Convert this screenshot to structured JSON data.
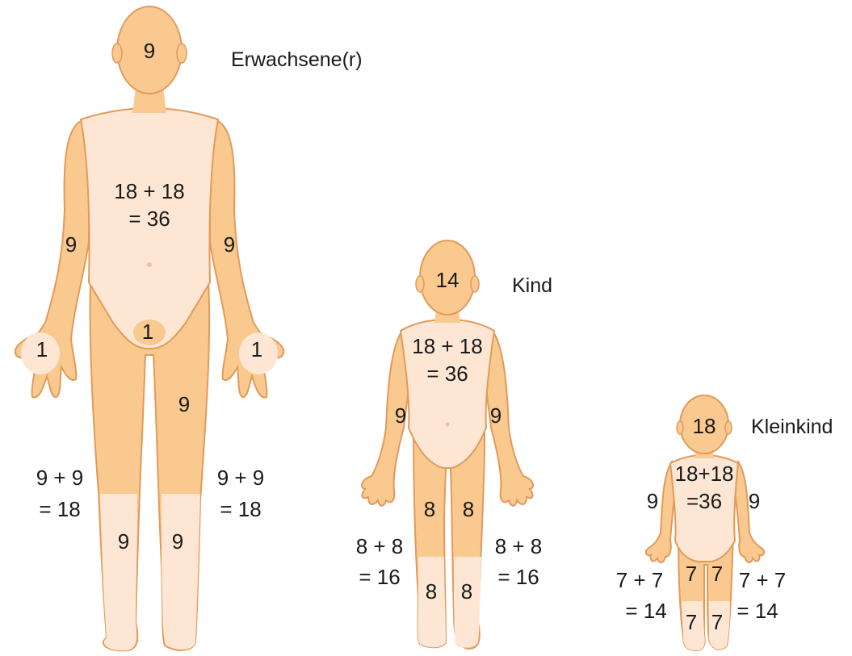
{
  "figures": {
    "adult": {
      "title": "Erwachsene(r)",
      "head": "9",
      "trunk_line1": "18 + 18",
      "trunk_line2": "= 36",
      "arm_left": "9",
      "arm_right": "9",
      "genital": "1",
      "hand_left": "1",
      "hand_right": "1",
      "thigh": "9",
      "leg_left_line1": "9 + 9",
      "leg_left_line2": "= 18",
      "leg_right_line1": "9 + 9",
      "leg_right_line2": "= 18",
      "shin_left": "9",
      "shin_right": "9"
    },
    "child": {
      "title": "Kind",
      "head": "14",
      "trunk_line1": "18 + 18",
      "trunk_line2": "= 36",
      "arm_left": "9",
      "arm_right": "9",
      "thigh_left": "8",
      "thigh_right": "8",
      "leg_left_line1": "8 + 8",
      "leg_left_line2": "= 16",
      "leg_right_line1": "8 + 8",
      "leg_right_line2": "= 16",
      "shin_left": "8",
      "shin_right": "8"
    },
    "toddler": {
      "title": "Kleinkind",
      "head": "18",
      "trunk_line1": "18+18",
      "trunk_line2": "=36",
      "arm_left": "9",
      "arm_right": "9",
      "thigh_left": "7",
      "thigh_right": "7",
      "leg_left_line1": "7 + 7",
      "leg_left_line2": "= 14",
      "leg_right_line1": "7 + 7",
      "leg_right_line2": "= 14",
      "shin_left": "7",
      "shin_right": "7"
    }
  },
  "colors": {
    "skin_dark": "#f9c98f",
    "skin_light": "#fde7d4",
    "outline": "#e29a5a"
  }
}
